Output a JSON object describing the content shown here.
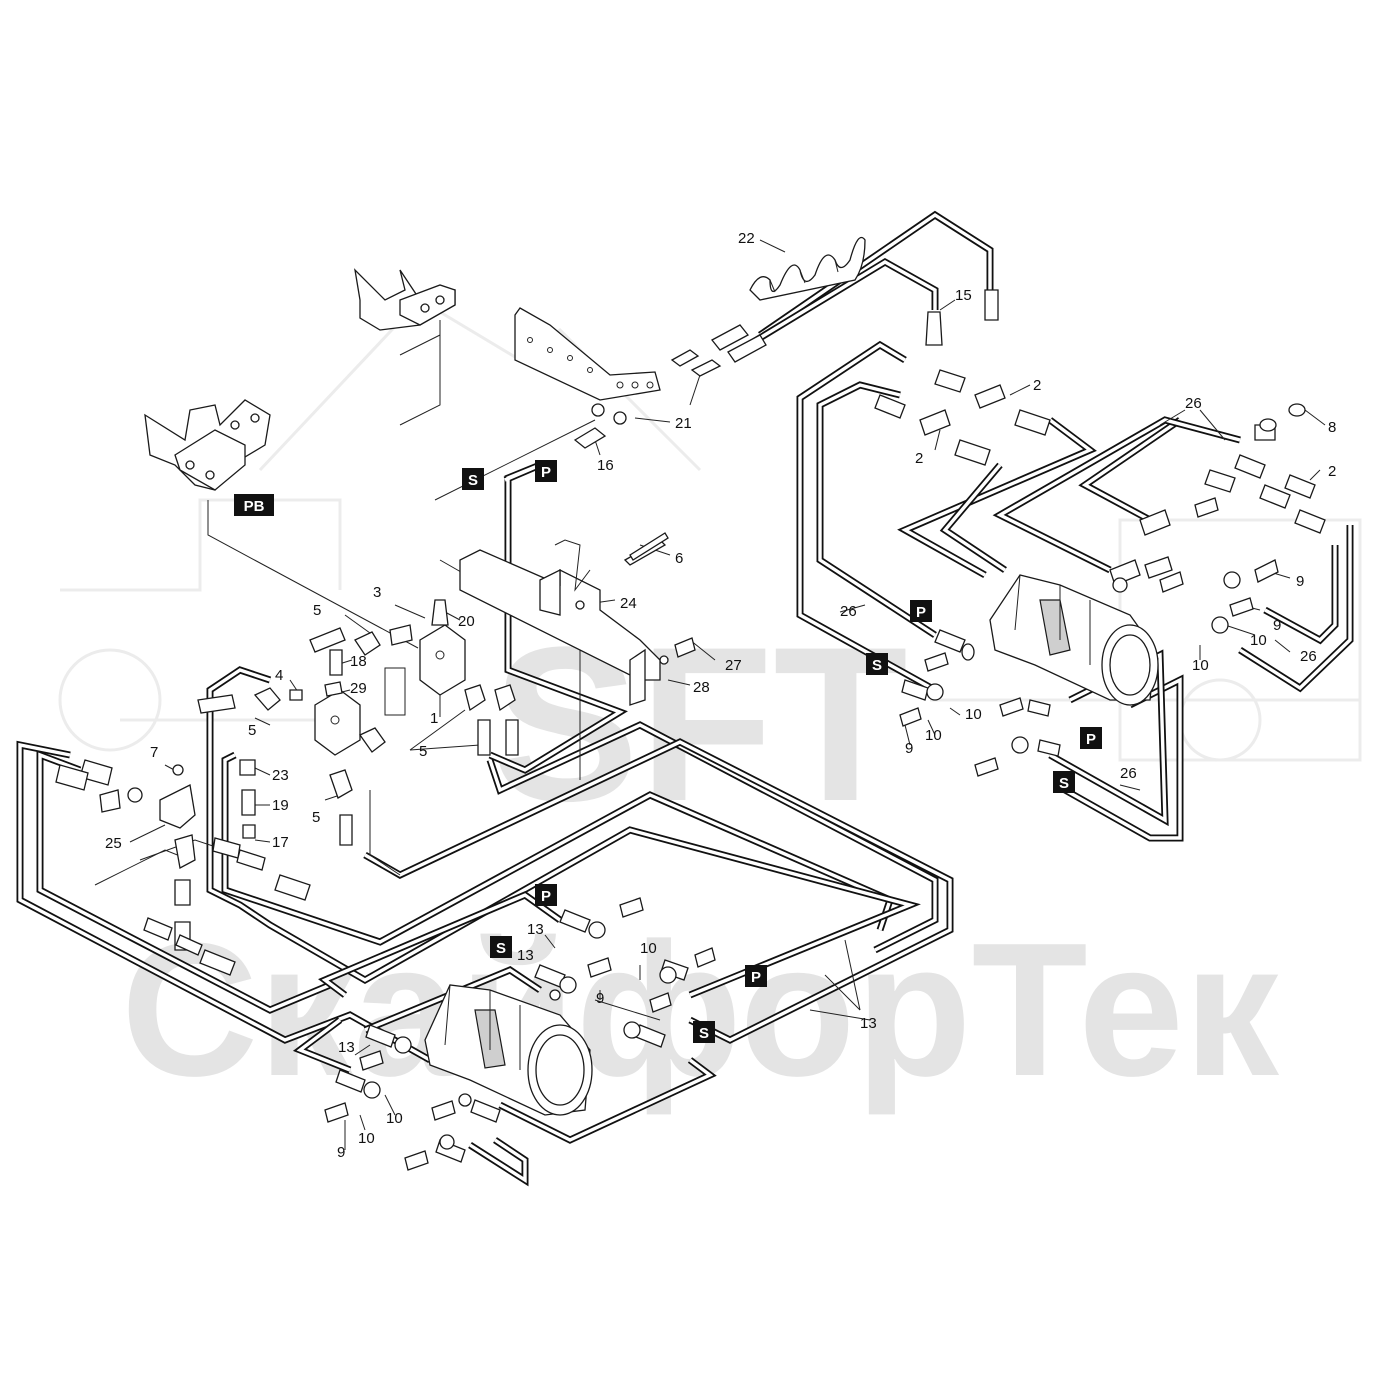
{
  "watermark": {
    "logo": "SFT",
    "text": "СкайфорТек"
  },
  "callouts": {
    "c22": "22",
    "c15": "15",
    "c2a": "2",
    "c2b": "2",
    "c2c": "2",
    "c26a": "26",
    "c8": "8",
    "c21": "21",
    "c16": "16",
    "c6": "6",
    "c24": "24",
    "c27": "27",
    "c28": "28",
    "c3": "3",
    "c20": "20",
    "c5a": "5",
    "c18": "18",
    "c4": "4",
    "c29": "29",
    "c1": "1",
    "c5b": "5",
    "c5c": "5",
    "c5d": "5",
    "c7": "7",
    "c23": "23",
    "c19": "19",
    "c17": "17",
    "c25": "25",
    "c26b": "26",
    "c9a": "9",
    "c9b": "9",
    "c10a": "10",
    "c10b": "10",
    "c26c": "26",
    "c10c": "10",
    "c9c": "9",
    "c10d": "10",
    "c26d": "26",
    "c13a": "13",
    "c13b": "13",
    "c10e": "10",
    "c9d": "9",
    "c13c": "13",
    "c13d": "13",
    "c10f": "10",
    "c9e": "9",
    "c10g": "10"
  },
  "tags": {
    "pb": "PB",
    "s1": "S",
    "p1": "P",
    "p2": "P",
    "s2": "S",
    "p3": "P",
    "s3": "S",
    "p4": "P",
    "s4": "S",
    "p5": "P",
    "s5": "S"
  }
}
